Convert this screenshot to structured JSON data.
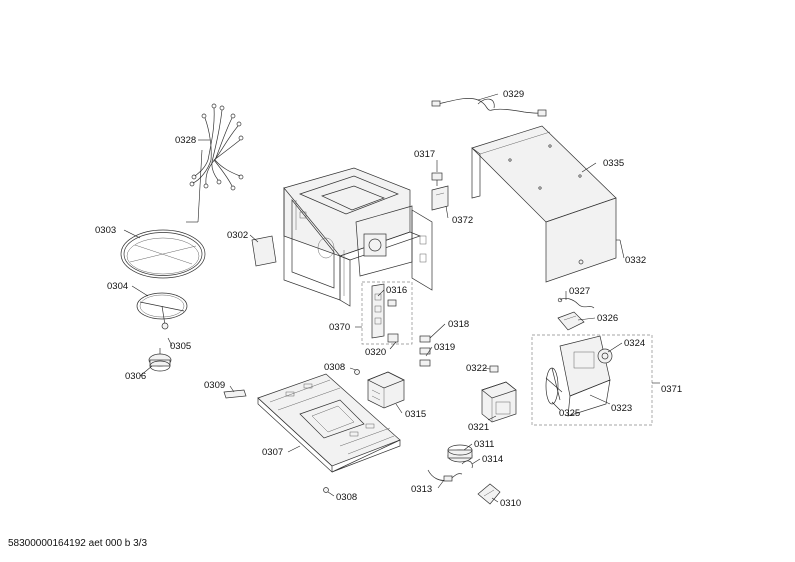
{
  "labels": {
    "p0303": "0303",
    "p0304": "0304",
    "p0305": "0305",
    "p0306": "0306",
    "p0328": "0328",
    "p0302": "0302",
    "p0317": "0317",
    "p0372": "0372",
    "p0329": "0329",
    "p0335": "0335",
    "p0332": "0332",
    "p0316": "0316",
    "p0370": "0370",
    "p0320": "0320",
    "p0318": "0318",
    "p0319": "0319",
    "p0327": "0327",
    "p0326": "0326",
    "p0324": "0324",
    "p0371": "0371",
    "p0325": "0325",
    "p0323": "0323",
    "p0322": "0322",
    "p0321": "0321",
    "p0308a": "0308",
    "p0309": "0309",
    "p0315": "0315",
    "p0307": "0307",
    "p0311": "0311",
    "p0314": "0314",
    "p0313": "0313",
    "p0310": "0310",
    "p0308b": "0308"
  },
  "footer": "58300000164192 aet 000 b 3/3"
}
